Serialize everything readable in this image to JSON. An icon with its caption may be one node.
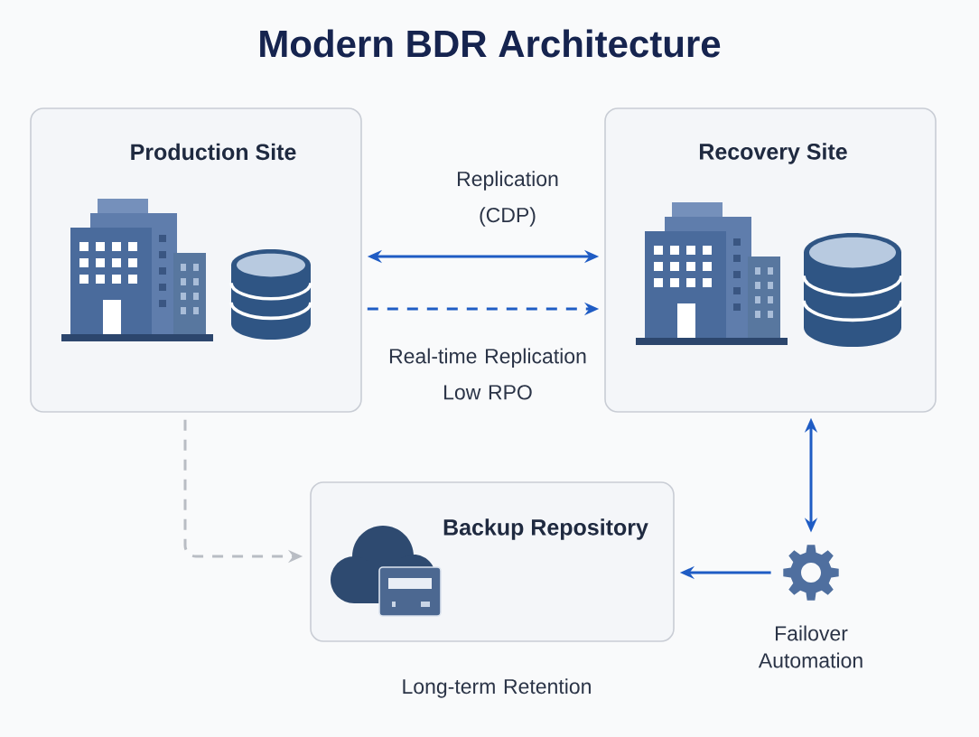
{
  "diagram": {
    "title": "Modern BDR Architecture",
    "nodes": [
      {
        "text": [
          "Production Site"
        ]
      },
      {
        "text": [
          "Recovery Site"
        ]
      },
      {
        "text": [
          "Backup Repository"
        ],
        "beside": [
          "Long-term Retention"
        ]
      },
      {
        "text": [],
        "shape": "gear",
        "beside": [
          "Failover Automation"
        ]
      }
    ],
    "edges": [
      {
        "from": 0,
        "to": 1,
        "arrow": "both",
        "label": "Replication (CDP)"
      },
      {
        "from": 0,
        "to": 1,
        "arrow": "to",
        "label": "Real-time Replication Low RPO",
        "style": "dashed"
      },
      {
        "from": 0,
        "to": 2,
        "arrow": "to",
        "style": "dashed",
        "color": "#b9bdc4"
      },
      {
        "from": 1,
        "to": 3,
        "arrow": "both"
      },
      {
        "from": 3,
        "to": 2,
        "arrow": "to"
      }
    ]
  }
}
